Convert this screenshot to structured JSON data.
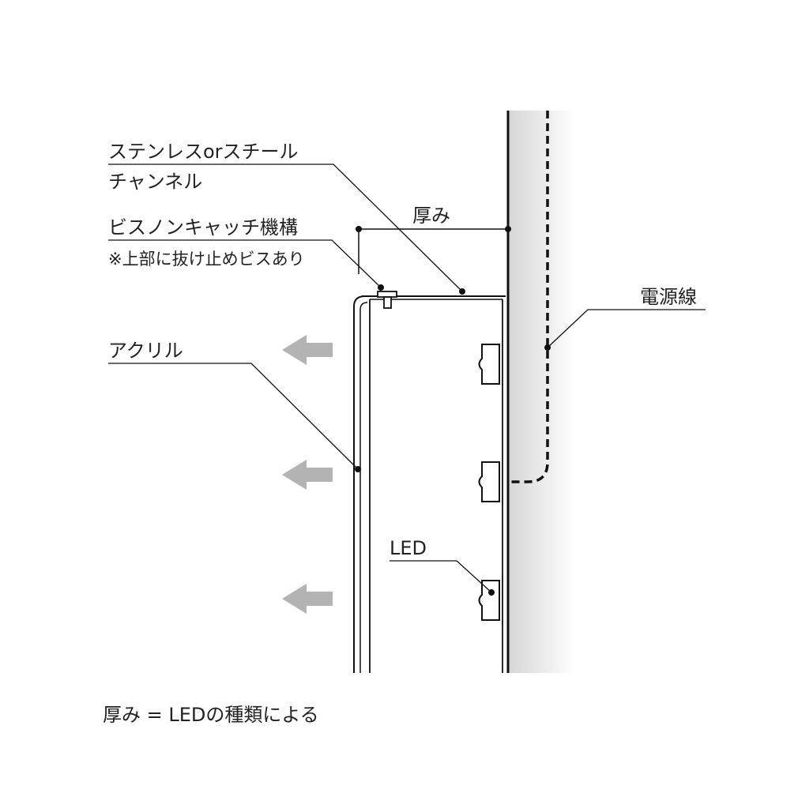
{
  "labels": {
    "channel_line1": "ステンレスorスチール",
    "channel_line2": "チャンネル",
    "screw_line1": "ビスノンキャッチ機構",
    "screw_line2": "※上部に抜け止めビスあり",
    "acrylic": "アクリル",
    "thickness": "厚み",
    "power_cable": "電源線",
    "led": "LED",
    "footnote": "厚み = LEDの種類による"
  },
  "icons": {
    "arrow": "left-arrow-icon",
    "arrow_count": 3
  },
  "colors": {
    "line": "#111111",
    "text": "#222222",
    "arrow": "#b3b3b3",
    "wall_shade": "#d9d9d9",
    "background": "#ffffff"
  }
}
